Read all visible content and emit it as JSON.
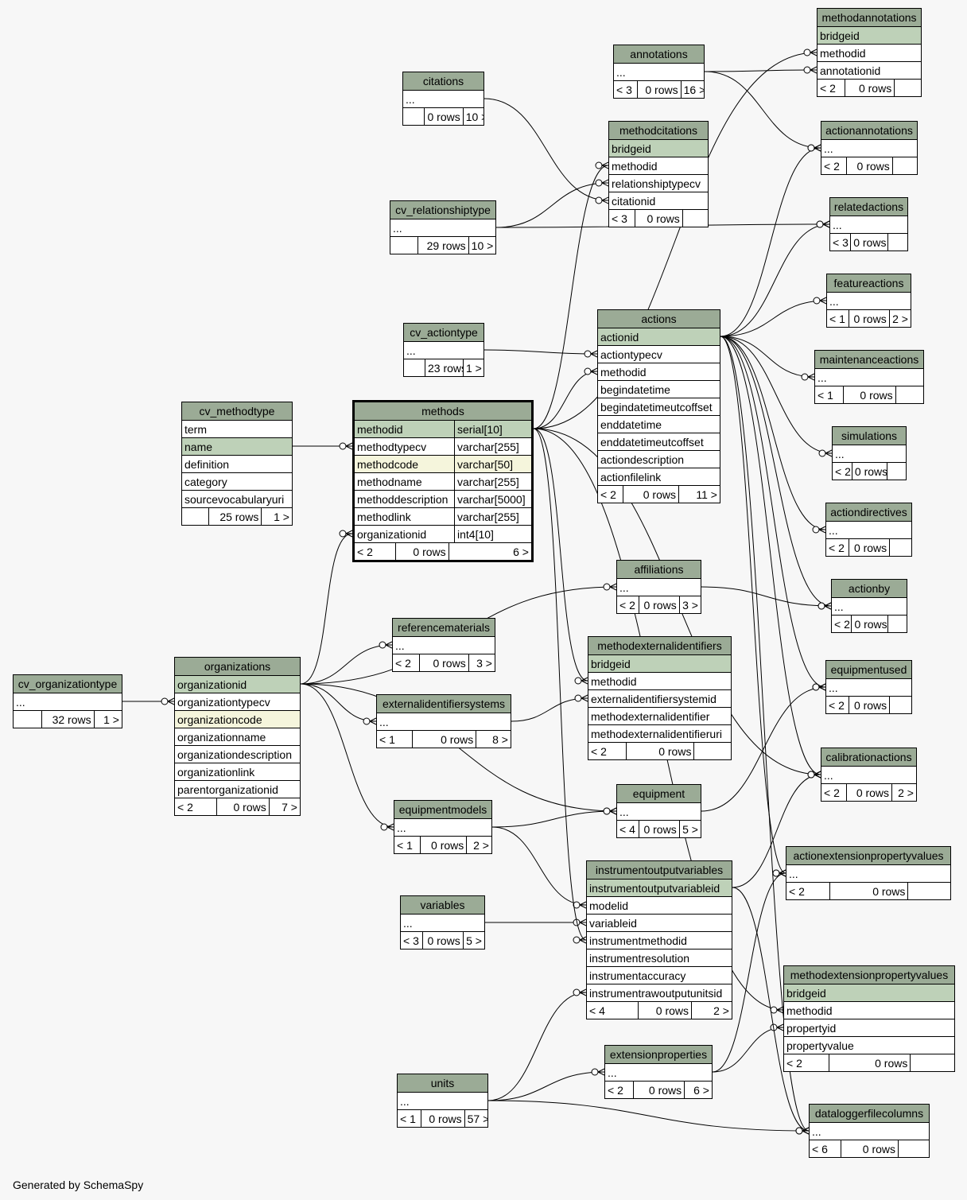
{
  "footer": "Generated by SchemaSpy",
  "colors": {
    "title_bg": "#9bab96",
    "pk_bg": "#bed1b8",
    "index_bg": "#f5f5dc",
    "background": "#f7f7f7"
  },
  "tables": [
    {
      "id": "methodannotations",
      "name": "methodannotations",
      "columns": [
        {
          "name": "bridgeid",
          "role": "pk"
        },
        {
          "name": "methodid"
        },
        {
          "name": "annotationid"
        }
      ],
      "footer": [
        "< 2",
        "0 rows",
        ""
      ]
    },
    {
      "id": "annotations",
      "name": "annotations",
      "columns": [
        {
          "name": "..."
        }
      ],
      "footer": [
        "< 3",
        "0 rows",
        "16 >"
      ]
    },
    {
      "id": "citations",
      "name": "citations",
      "columns": [
        {
          "name": "..."
        }
      ],
      "footer": [
        "",
        "0 rows",
        "10 >"
      ]
    },
    {
      "id": "methodcitations",
      "name": "methodcitations",
      "columns": [
        {
          "name": "bridgeid",
          "role": "pk"
        },
        {
          "name": "methodid"
        },
        {
          "name": "relationshiptypecv"
        },
        {
          "name": "citationid"
        }
      ],
      "footer": [
        "< 3",
        "0 rows",
        ""
      ]
    },
    {
      "id": "actionannotations",
      "name": "actionannotations",
      "columns": [
        {
          "name": "..."
        }
      ],
      "footer": [
        "< 2",
        "0 rows",
        ""
      ]
    },
    {
      "id": "cv_relationshiptype",
      "name": "cv_relationshiptype",
      "columns": [
        {
          "name": "..."
        }
      ],
      "footer": [
        "",
        "29 rows",
        "10 >"
      ]
    },
    {
      "id": "relatedactions",
      "name": "relatedactions",
      "columns": [
        {
          "name": "..."
        }
      ],
      "footer": [
        "< 3",
        "0 rows",
        ""
      ]
    },
    {
      "id": "featureactions",
      "name": "featureactions",
      "columns": [
        {
          "name": "..."
        }
      ],
      "footer": [
        "< 1",
        "0 rows",
        "2 >"
      ]
    },
    {
      "id": "cv_actiontype",
      "name": "cv_actiontype",
      "columns": [
        {
          "name": "..."
        }
      ],
      "footer": [
        "",
        "23 rows",
        "1 >"
      ]
    },
    {
      "id": "actions",
      "name": "actions",
      "columns": [
        {
          "name": "actionid",
          "role": "pk"
        },
        {
          "name": "actiontypecv"
        },
        {
          "name": "methodid"
        },
        {
          "name": "begindatetime"
        },
        {
          "name": "begindatetimeutcoffset"
        },
        {
          "name": "enddatetime"
        },
        {
          "name": "enddatetimeutcoffset"
        },
        {
          "name": "actiondescription"
        },
        {
          "name": "actionfilelink"
        }
      ],
      "footer": [
        "< 2",
        "0 rows",
        "11 >"
      ]
    },
    {
      "id": "maintenanceactions",
      "name": "maintenanceactions",
      "columns": [
        {
          "name": "..."
        }
      ],
      "footer": [
        "< 1",
        "0 rows",
        ""
      ]
    },
    {
      "id": "cv_methodtype",
      "name": "cv_methodtype",
      "columns": [
        {
          "name": "term"
        },
        {
          "name": "name",
          "role": "pk"
        },
        {
          "name": "definition"
        },
        {
          "name": "category"
        },
        {
          "name": "sourcevocabularyuri"
        }
      ],
      "footer": [
        "",
        "25 rows",
        "1 >"
      ]
    },
    {
      "id": "methods",
      "name": "methods",
      "focus": true,
      "columns": [
        {
          "name": "methodid",
          "type": "serial[10]",
          "role": "pk"
        },
        {
          "name": "methodtypecv",
          "type": "varchar[255]"
        },
        {
          "name": "methodcode",
          "type": "varchar[50]",
          "role": "idx"
        },
        {
          "name": "methodname",
          "type": "varchar[255]"
        },
        {
          "name": "methoddescription",
          "type": "varchar[5000]"
        },
        {
          "name": "methodlink",
          "type": "varchar[255]"
        },
        {
          "name": "organizationid",
          "type": "int4[10]"
        }
      ],
      "footer": [
        "< 2",
        "0 rows",
        "6 >"
      ]
    },
    {
      "id": "simulations",
      "name": "simulations",
      "columns": [
        {
          "name": "..."
        }
      ],
      "footer": [
        "< 2",
        "0 rows",
        ""
      ]
    },
    {
      "id": "actiondirectives",
      "name": "actiondirectives",
      "columns": [
        {
          "name": "..."
        }
      ],
      "footer": [
        "< 2",
        "0 rows",
        ""
      ]
    },
    {
      "id": "affiliations",
      "name": "affiliations",
      "columns": [
        {
          "name": "..."
        }
      ],
      "footer": [
        "< 2",
        "0 rows",
        "3 >"
      ]
    },
    {
      "id": "actionby",
      "name": "actionby",
      "columns": [
        {
          "name": "..."
        }
      ],
      "footer": [
        "< 2",
        "0 rows",
        ""
      ]
    },
    {
      "id": "referencematerials",
      "name": "referencematerials",
      "columns": [
        {
          "name": "..."
        }
      ],
      "footer": [
        "< 2",
        "0 rows",
        "3 >"
      ]
    },
    {
      "id": "methodexternalidentifiers",
      "name": "methodexternalidentifiers",
      "columns": [
        {
          "name": "bridgeid",
          "role": "pk"
        },
        {
          "name": "methodid"
        },
        {
          "name": "externalidentifiersystemid"
        },
        {
          "name": "methodexternalidentifier"
        },
        {
          "name": "methodexternalidentifieruri"
        }
      ],
      "footer": [
        "< 2",
        "0 rows",
        ""
      ]
    },
    {
      "id": "organizations",
      "name": "organizations",
      "columns": [
        {
          "name": "organizationid",
          "role": "pk"
        },
        {
          "name": "organizationtypecv"
        },
        {
          "name": "organizationcode",
          "role": "idx"
        },
        {
          "name": "organizationname"
        },
        {
          "name": "organizationdescription"
        },
        {
          "name": "organizationlink"
        },
        {
          "name": "parentorganizationid"
        }
      ],
      "footer": [
        "< 2",
        "0 rows",
        "7 >"
      ]
    },
    {
      "id": "cv_organizationtype",
      "name": "cv_organizationtype",
      "columns": [
        {
          "name": "..."
        }
      ],
      "footer": [
        "",
        "32 rows",
        "1 >"
      ]
    },
    {
      "id": "equipmentused",
      "name": "equipmentused",
      "columns": [
        {
          "name": "..."
        }
      ],
      "footer": [
        "< 2",
        "0 rows",
        ""
      ]
    },
    {
      "id": "externalidentifiersystems",
      "name": "externalidentifiersystems",
      "columns": [
        {
          "name": "..."
        }
      ],
      "footer": [
        "< 1",
        "0 rows",
        "8 >"
      ]
    },
    {
      "id": "calibrationactions",
      "name": "calibrationactions",
      "columns": [
        {
          "name": "..."
        }
      ],
      "footer": [
        "< 2",
        "0 rows",
        "2 >"
      ]
    },
    {
      "id": "equipment",
      "name": "equipment",
      "columns": [
        {
          "name": "..."
        }
      ],
      "footer": [
        "< 4",
        "0 rows",
        "5 >"
      ]
    },
    {
      "id": "equipmentmodels",
      "name": "equipmentmodels",
      "columns": [
        {
          "name": "..."
        }
      ],
      "footer": [
        "< 1",
        "0 rows",
        "2 >"
      ]
    },
    {
      "id": "actionextensionpropertyvalues",
      "name": "actionextensionpropertyvalues",
      "columns": [
        {
          "name": "..."
        }
      ],
      "footer": [
        "< 2",
        "0 rows",
        ""
      ]
    },
    {
      "id": "instrumentoutputvariables",
      "name": "instrumentoutputvariables",
      "columns": [
        {
          "name": "instrumentoutputvariableid",
          "role": "pk"
        },
        {
          "name": "modelid"
        },
        {
          "name": "variableid"
        },
        {
          "name": "instrumentmethodid"
        },
        {
          "name": "instrumentresolution"
        },
        {
          "name": "instrumentaccuracy"
        },
        {
          "name": "instrumentrawoutputunitsid"
        }
      ],
      "footer": [
        "< 4",
        "0 rows",
        "2 >"
      ]
    },
    {
      "id": "variables",
      "name": "variables",
      "columns": [
        {
          "name": "..."
        }
      ],
      "footer": [
        "< 3",
        "0 rows",
        "5 >"
      ]
    },
    {
      "id": "methodextensionpropertyvalues",
      "name": "methodextensionpropertyvalues",
      "columns": [
        {
          "name": "bridgeid",
          "role": "pk"
        },
        {
          "name": "methodid"
        },
        {
          "name": "propertyid"
        },
        {
          "name": "propertyvalue"
        }
      ],
      "footer": [
        "< 2",
        "0 rows",
        ""
      ]
    },
    {
      "id": "extensionproperties",
      "name": "extensionproperties",
      "columns": [
        {
          "name": "..."
        }
      ],
      "footer": [
        "< 2",
        "0 rows",
        "6 >"
      ]
    },
    {
      "id": "units",
      "name": "units",
      "columns": [
        {
          "name": "..."
        }
      ],
      "footer": [
        "< 1",
        "0 rows",
        "57 >"
      ]
    },
    {
      "id": "dataloggerfilecolumns",
      "name": "dataloggerfilecolumns",
      "columns": [
        {
          "name": "..."
        }
      ],
      "footer": [
        "< 6",
        "0 rows",
        ""
      ]
    }
  ]
}
